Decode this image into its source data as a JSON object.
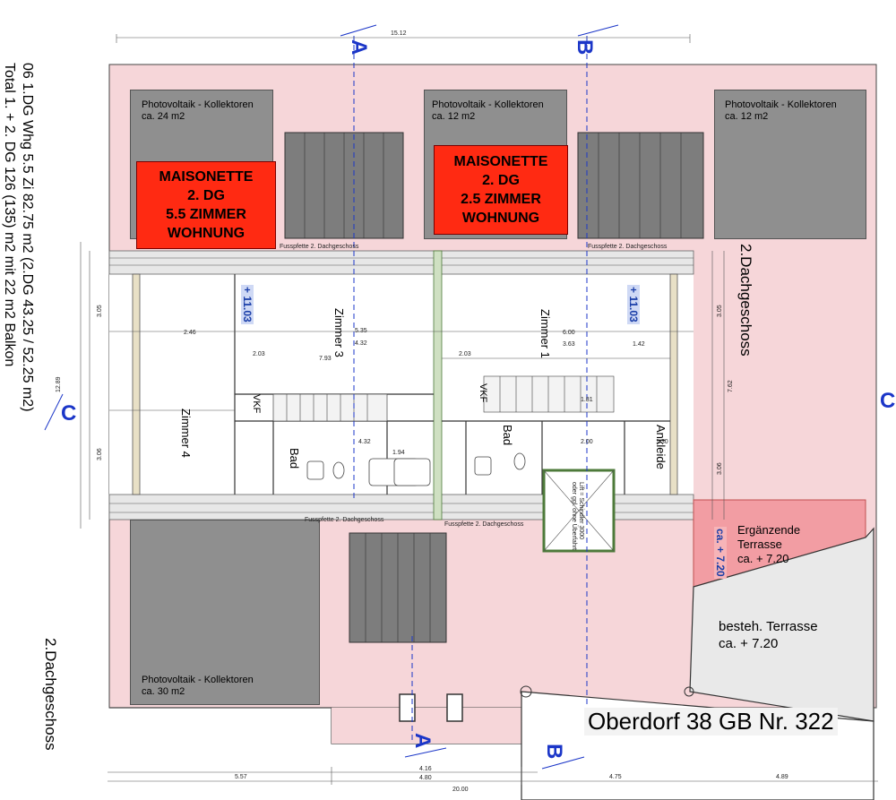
{
  "side_text": {
    "line1": "06 1.DG Whg 5.5 Zi 82.75 m2 (2.DG 43.25 / 52.25 m2)",
    "line2": "Total 1. + 2. DG 126 (135) m2 mit 22 m2 Balkon"
  },
  "floor_labels": {
    "right": "2.Dachgeschoss",
    "left": "2.Dachgeschoss"
  },
  "pv_panels": [
    {
      "title": "Photovoltaik - Kollektoren",
      "area": "ca. 24 m2"
    },
    {
      "title": "Photovoltaik - Kollektoren",
      "area": "ca. 12 m2"
    },
    {
      "title": "Photovoltaik - Kollektoren",
      "area": "ca. 12 m2"
    },
    {
      "title": "Photovoltaik - Kollektoren",
      "area": "ca. 30 m2"
    }
  ],
  "units": [
    {
      "l1": "MAISONETTE",
      "l2": "2. DG",
      "l3": "5.5 ZIMMER",
      "l4": "WOHNUNG"
    },
    {
      "l1": "MAISONETTE",
      "l2": "2. DG",
      "l3": "2.5 ZIMMER",
      "l4": "WOHNUNG"
    }
  ],
  "rooms": {
    "zimmer3": "Zimmer 3",
    "zimmer1": "Zimmer 1",
    "zimmer4": "Zimmer 4",
    "bad_left": "Bad",
    "bad_right": "Bad",
    "ankleide": "Ankleide",
    "vkf_left": "VKF",
    "vkf_right": "VKF"
  },
  "elevations": {
    "left": "+ 11.03",
    "right": "+ 11.03",
    "terrace": "ca. + 7.20"
  },
  "sections": {
    "a": "A",
    "b": "B",
    "c": "C"
  },
  "terraces": {
    "erg_l1": "Ergänzende",
    "erg_l2": "Terrasse",
    "erg_l3": "ca. + 7.20",
    "best_l1": "besteh. Terrasse",
    "best_l2": "ca. + 7.20"
  },
  "parcel": "Oberdorf 38 GB Nr. 322",
  "annotations": {
    "fusspfette_top_l": "Fusspfette 2. Dachgeschoss",
    "fusspfette_top_r": "Fusspfette 2. Dachgeschoss",
    "fusspfette_bot_l": "Fusspfette 2. Dachgeschoss",
    "fusspfette_bot_r": "Fusspfette 2. Dachgeschoss",
    "lift": "Lift = Schindler 3000",
    "lift2": "oder ggl. ohne Überfahrt"
  },
  "dimensions": {
    "top_total": "15.12",
    "bottom_total": "20.00",
    "bottom_a": "5.57",
    "bottom_b": "4.16",
    "bottom_c": "4.80",
    "bottom_d": "4.75",
    "bottom_e": "4.89",
    "d_535": "5.35",
    "d_432": "4.32",
    "d_600": "6.00",
    "d_363": "3.63",
    "d_142": "1.42",
    "d_246": "2.46",
    "d_793": "7.93",
    "d_203": "2.03",
    "d_181": "1.81",
    "d_200": "2.00",
    "d_194": "1.94",
    "d_130": "1.30",
    "d_305": "3.05",
    "d_306": "3.06",
    "d_762": "7.62",
    "d_1289": "12.89"
  },
  "colors": {
    "roof_pink": "#f6d6d9",
    "pv_gray": "#8f8f8f",
    "unit_red": "#ff2a12",
    "section_blue": "#1b36c8",
    "terrace_red": "#f29da3"
  }
}
